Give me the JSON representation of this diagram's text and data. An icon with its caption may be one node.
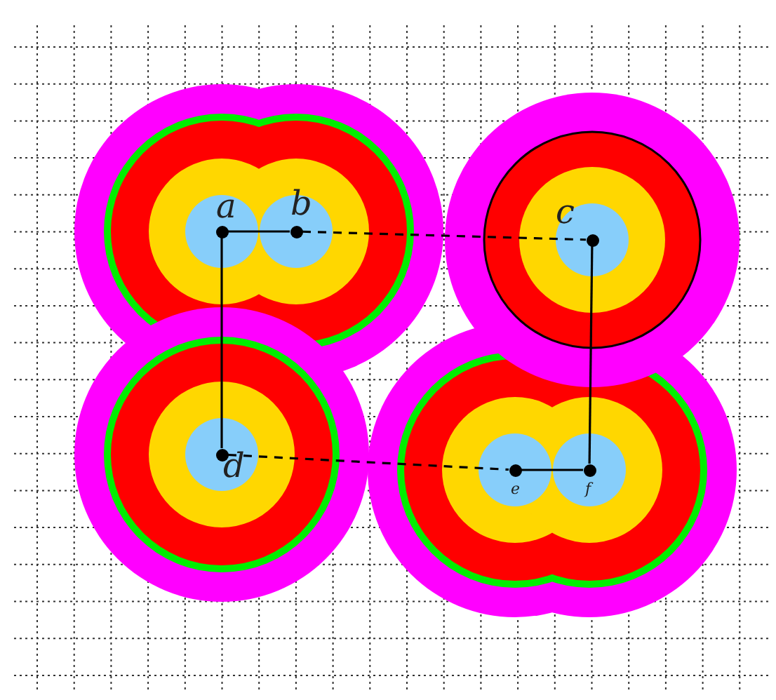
{
  "diagram": {
    "nodes": [
      {
        "text": [
          "a"
        ]
      },
      {
        "text": [
          "b"
        ]
      },
      {
        "text": [
          "c"
        ]
      },
      {
        "text": [
          "d"
        ]
      },
      {
        "text": [
          "e"
        ]
      },
      {
        "text": [
          "f"
        ]
      }
    ],
    "edges": [
      {
        "from": 0,
        "to": 1,
        "arrow": "none"
      },
      {
        "from": 0,
        "to": 3,
        "arrow": "none"
      },
      {
        "from": 1,
        "to": 2,
        "arrow": "none",
        "style": "dashed"
      },
      {
        "from": 2,
        "to": 5,
        "arrow": "none"
      },
      {
        "from": 3,
        "to": 4,
        "arrow": "none",
        "style": "dashed"
      },
      {
        "from": 4,
        "to": 5,
        "arrow": "none"
      }
    ]
  }
}
